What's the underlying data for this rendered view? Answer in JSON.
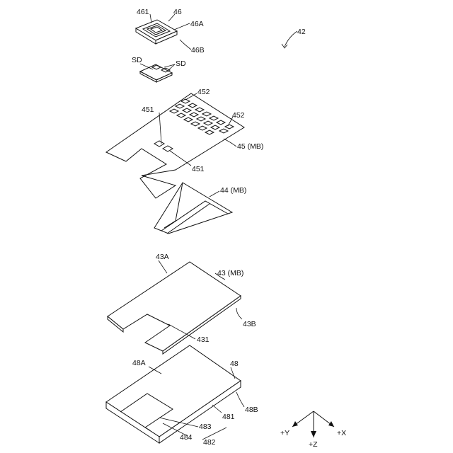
{
  "figure_ref": "42",
  "labels": {
    "l461": "461",
    "l46": "46",
    "l46A": "46A",
    "l46B": "46B",
    "lSD1": "SD",
    "lSD2": "SD",
    "l452a": "452",
    "l452b": "452",
    "l451a": "451",
    "l451b": "451",
    "l45": "45 (MB)",
    "l44": "44 (MB)",
    "l43A": "43A",
    "l43": "43 (MB)",
    "l43B": "43B",
    "l431": "431",
    "l48A": "48A",
    "l48": "48",
    "l48B": "48B",
    "l481": "481",
    "l483": "483",
    "l484": "484",
    "l482": "482"
  },
  "axes": {
    "y": "+Y",
    "z": "+Z",
    "x": "+X"
  }
}
